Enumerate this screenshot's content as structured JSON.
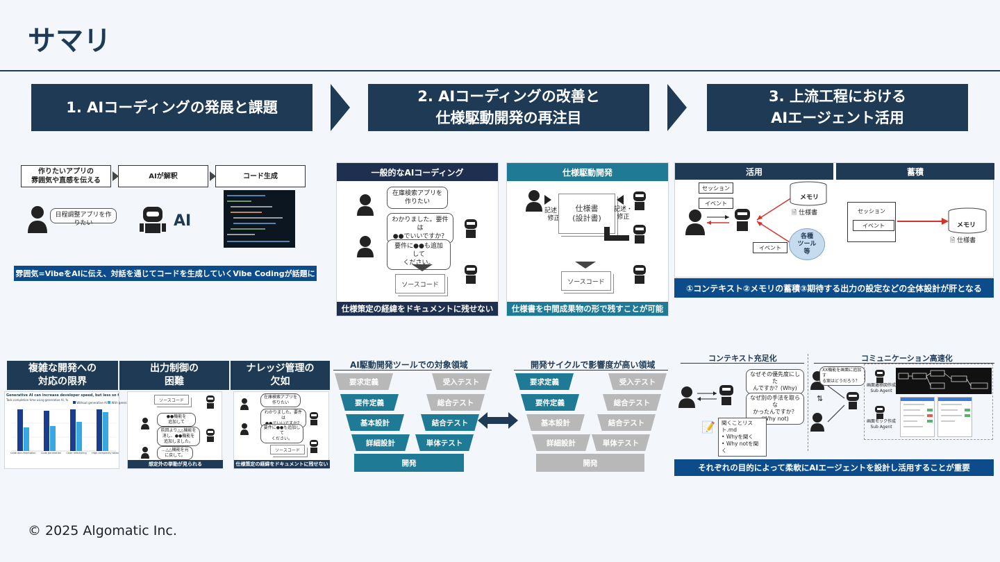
{
  "page": {
    "title": "サマリ",
    "footer": "© 2025 Algomatic Inc."
  },
  "steps": [
    {
      "label": "1. AIコーディングの発展と課題"
    },
    {
      "label": "2. AIコーディングの改善と\n仕様駆動開発の再注目"
    },
    {
      "label": "3. 上流工程における\nAIエージェント活用"
    }
  ],
  "sec1": {
    "flow": [
      "作りたいアプリの\n雰囲気や直感を伝える",
      "AIが解釈",
      "コード生成"
    ],
    "bubble": "日程調整アプリを作りたい",
    "ai_label": "AI",
    "banner": "雰囲気=VibeをAIに伝え、対話を通じてコードを生成していくVibe Codingが話題に",
    "bottom_heads": [
      "複雑な開発への\n対応の限界",
      "出力制御の\n困難",
      "ナレッジ管理の\n欠如"
    ],
    "chart_title": "Generative AI can increase developer speed, but less so for complex tasks.",
    "chart_caption": "Task completion time using generative AI, %",
    "chart_legend": [
      "Without generative AI",
      "With generative AI"
    ],
    "chart_cats": [
      "Code documentation",
      "Code generation",
      "Code refactoring",
      "High-complexity tasks"
    ],
    "panel2": {
      "doc": "ソースコード",
      "b1": "●●機能を\n追加して",
      "b2": "前回より△△機能を\n消し、●●機能を\n追加しました。",
      "b3": "…△△機能を元\nに戻して。",
      "foot": "想定外の挙動が見られる"
    },
    "panel3": {
      "b1": "在庫検索アプリを\n作りたい",
      "b2": "わかりました。要件は\n●●でいいですか？",
      "b3": "要件に●●も追加して\nください。",
      "doc": "ソースコード",
      "foot": "仕様策定の経緯をドキュメントに残せない"
    }
  },
  "sec2": {
    "left": {
      "head": "一般的なAIコーディング",
      "b1": "在庫検索アプリを\n作りたい",
      "b2": "わかりました。要件は\n●●でいいですか？",
      "b3": "要件に●●も追加して\nください。",
      "doc": "ソースコード",
      "foot": "仕様策定の経緯をドキュメントに残せない"
    },
    "right": {
      "head": "仕様駆動開発",
      "spec": "仕様書\n(設計書)",
      "edit": "記述・\n修正",
      "doc": "ソースコード",
      "foot": "仕様書を中間成果物の形で残すことが可能"
    },
    "v1": {
      "title": "AI駆動開発ツールでの対象領域",
      "left": [
        "要求定義",
        "要件定義",
        "基本設計",
        "詳細設計"
      ],
      "right": [
        "受入テスト",
        "総合テスト",
        "結合テスト",
        "単体テスト"
      ],
      "bottom": "開発"
    },
    "v2": {
      "title": "開発サイクルで影響度が高い領域",
      "left": [
        "要求定義",
        "要件定義",
        "基本設計",
        "詳細設計"
      ],
      "right": [
        "受入テスト",
        "総合テスト",
        "結合テスト",
        "単体テスト"
      ],
      "bottom": "開発"
    }
  },
  "sec3": {
    "heads": [
      "活用",
      "蓄積"
    ],
    "session": "セッション",
    "event": "イベント",
    "memory": "メモリ",
    "spec": "仕様書",
    "tools": "各種\nツール\n等",
    "banner1": "①コンテキスト②メモリの蓄積③期待する出力の設定などの全体設計が肝となる",
    "ctx_title": "コンテキスト充足化",
    "comm_title": "コミュニケーション高速化",
    "q1": "なぜその優先度にした\nんですか？(Why)",
    "q2": "なぜ別の手法を取らな\nかったんですか？\n(Why not)",
    "list_title": "聞くことリスト.md",
    "list_items": [
      "Whyを聞く",
      "Why notを聞く"
    ],
    "comm_bubble": "XX機能を画面に追加す\nる案はどうだろう？",
    "agent1": "画面遷移図作成\nSub Agent",
    "agent2": "画面モック作成\nSub Agent",
    "banner2": "それぞれの目的によって柔軟にAIエージェントを設計し活用することが重要"
  },
  "colors": {
    "navy": "#1e3a54",
    "teal": "#1f7a95",
    "blue": "#0c4c8a",
    "gray": "#b3b3b3"
  }
}
